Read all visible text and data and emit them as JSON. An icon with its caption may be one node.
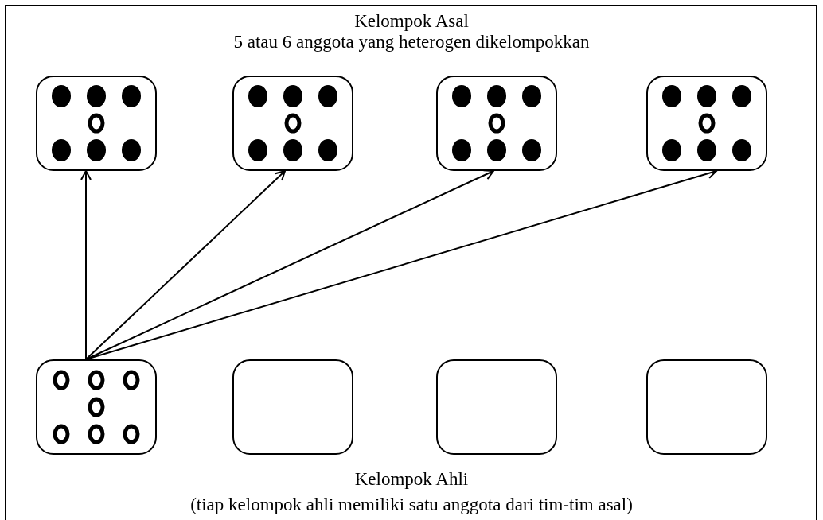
{
  "diagram": {
    "nodes": [
      {
        "text": [],
        "shape": "box"
      },
      {
        "text": [],
        "shape": "box"
      },
      {
        "text": [],
        "shape": "box"
      },
      {
        "text": [],
        "shape": "box"
      },
      {
        "text": [],
        "shape": "box"
      },
      {
        "text": [],
        "shape": "box"
      },
      {
        "text": [],
        "shape": "box"
      },
      {
        "text": [],
        "shape": "box"
      }
    ],
    "edges": [
      {
        "from": 4,
        "to": 0,
        "arrow": "to"
      },
      {
        "from": 4,
        "to": 1,
        "arrow": "to"
      },
      {
        "from": 4,
        "to": 2,
        "arrow": "to"
      },
      {
        "from": 4,
        "to": 3,
        "arrow": "to"
      }
    ],
    "labels": [
      "Kelompok Asal",
      "5 atau 6 anggota yang heterogen dikelompokkan",
      "Kelompok Ahli",
      "(tiap kelompok ahli memiliki satu anggota dari tim-tim asal)"
    ]
  }
}
